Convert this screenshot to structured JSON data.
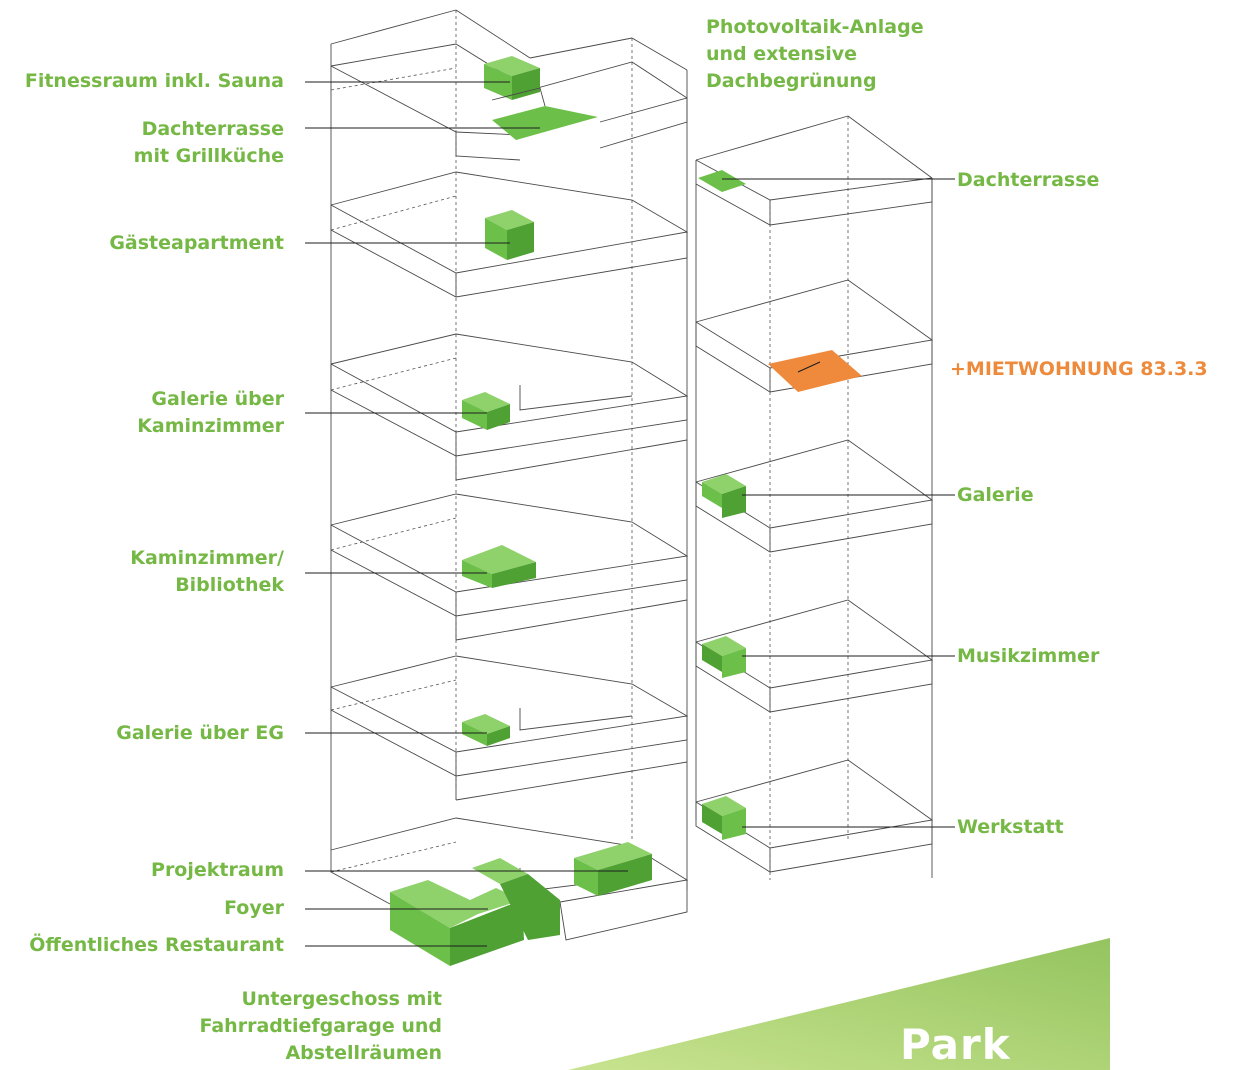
{
  "colors": {
    "accent_green": "#76b845",
    "room_green": "#6cc04a",
    "highlight_orange": "#ee8a3c",
    "park_gradient_start": "#c8e38f",
    "park_gradient_end": "#94c45f"
  },
  "labels_left": [
    {
      "id": "fitness",
      "text": "Fitnessraum inkl. Sauna"
    },
    {
      "id": "dachterrasse_grill",
      "text": "Dachterrasse\nmit Grillküche"
    },
    {
      "id": "gaesteapartment",
      "text": "Gästeapartment"
    },
    {
      "id": "galerie_kamin",
      "text": "Galerie über\nKaminzimmer"
    },
    {
      "id": "kaminzimmer",
      "text": "Kaminzimmer/\nBibliothek"
    },
    {
      "id": "galerie_eg",
      "text": "Galerie über EG"
    },
    {
      "id": "projektraum",
      "text": "Projektraum"
    },
    {
      "id": "foyer",
      "text": "Foyer"
    },
    {
      "id": "restaurant",
      "text": "Öffentliches Restaurant"
    },
    {
      "id": "untergeschoss",
      "text": "Untergeschoss mit\nFahrradtiefgarage und\nAbstellräumen"
    }
  ],
  "labels_right": [
    {
      "id": "photovoltaik",
      "text": "Photovoltaik-Anlage\nund extensive\nDachbegrünung"
    },
    {
      "id": "dachterrasse",
      "text": "Dachterrasse"
    },
    {
      "id": "mietwohnung",
      "text": "+MIETWOHNUNG 83.3.3"
    },
    {
      "id": "galerie",
      "text": "Galerie"
    },
    {
      "id": "musikzimmer",
      "text": "Musikzimmer"
    },
    {
      "id": "werkstatt",
      "text": "Werkstatt"
    }
  ],
  "park": {
    "label": "Park"
  }
}
